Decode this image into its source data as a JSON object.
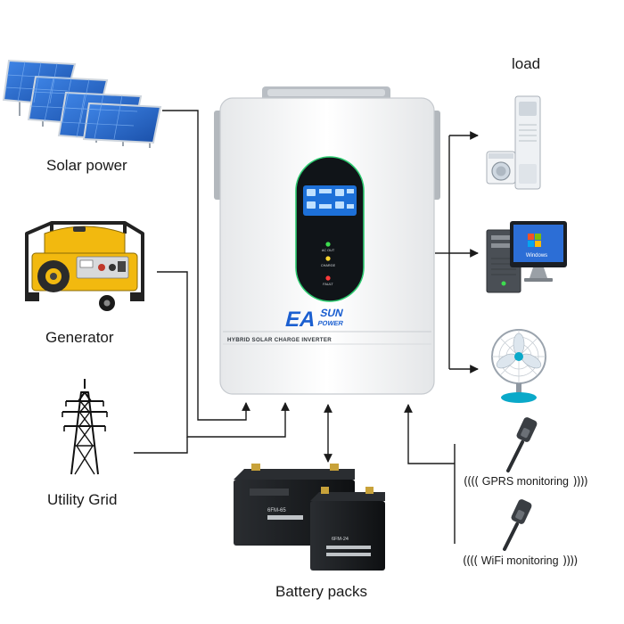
{
  "sources": {
    "solar": "Solar power",
    "generator": "Generator",
    "grid": "Utility Grid"
  },
  "load": {
    "title": "load"
  },
  "batteries": {
    "label": "Battery packs",
    "model_a": "6FM-65",
    "model_b": "6FM-24"
  },
  "monitoring": {
    "gprs": "GPRS monitoring",
    "wifi": "WiFi monitoring"
  },
  "inverter": {
    "brand_a": "EA",
    "brand_b": "SUN",
    "brand_c": "POWER",
    "label": "HYBRID SOLAR CHARGE INVERTER",
    "led_ac": "AC OUT",
    "led_charge": "CHARGE",
    "led_fault": "FAULT"
  },
  "computer": {
    "screen_text": "Windows"
  },
  "colors": {
    "panel_blue": "#1f5fc4",
    "generator_yellow": "#f2b90f",
    "inverter_body": "#f4f5f6",
    "screen_bezel": "#101418",
    "accent_green": "#2ecc71",
    "battery_black": "#15171a",
    "line": "#1a1a1a"
  }
}
